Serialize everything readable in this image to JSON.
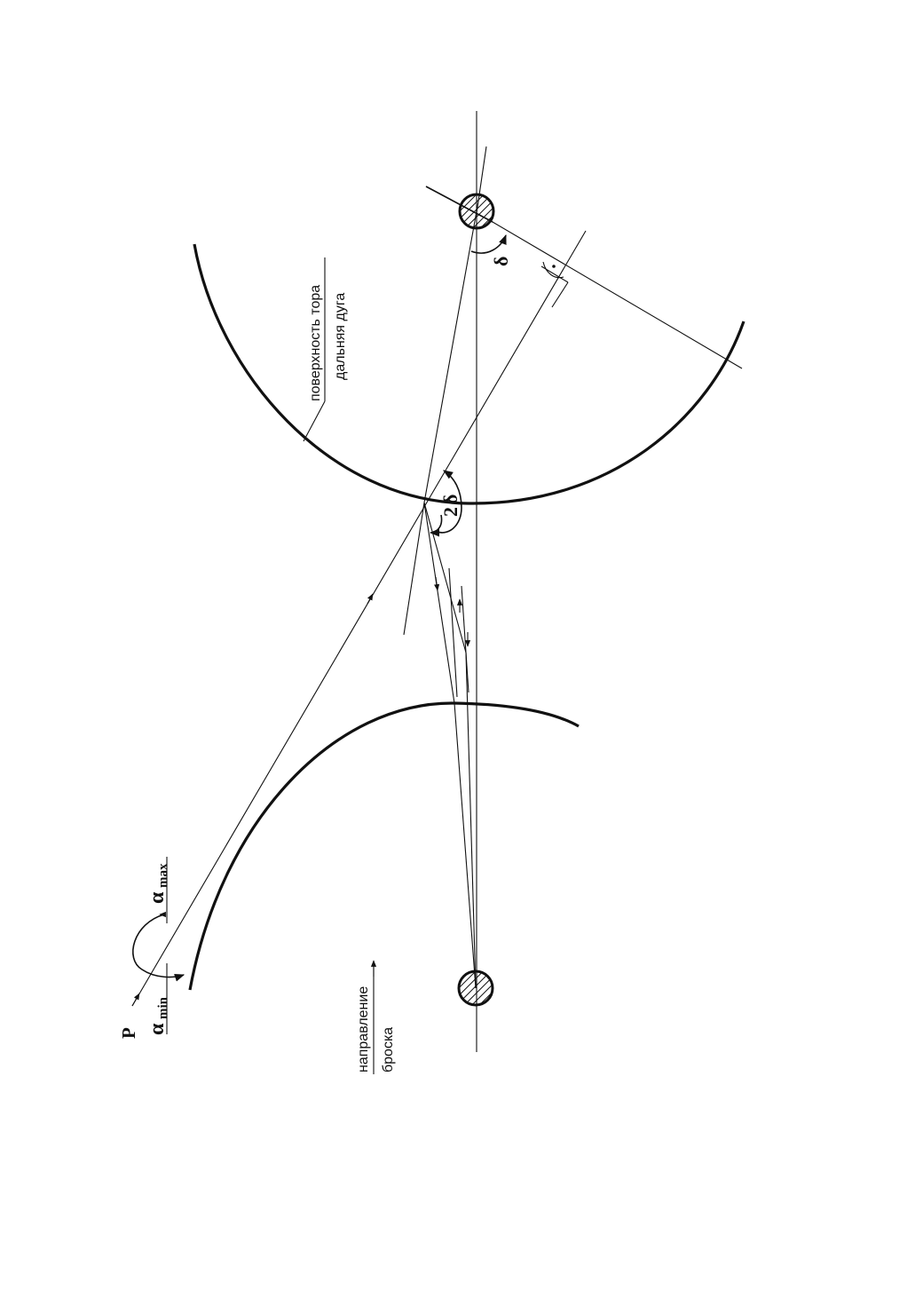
{
  "labels": {
    "torus_surface": "поверхность тора",
    "far_arc": "дальняя дуга",
    "direction": "направление",
    "throw": "броска",
    "p": "P",
    "alpha": "α",
    "sub_max": "max",
    "sub_min": "min",
    "two": "2",
    "delta": "δ"
  },
  "colors": {
    "ink": "#111111",
    "paper": "#ffffff"
  }
}
